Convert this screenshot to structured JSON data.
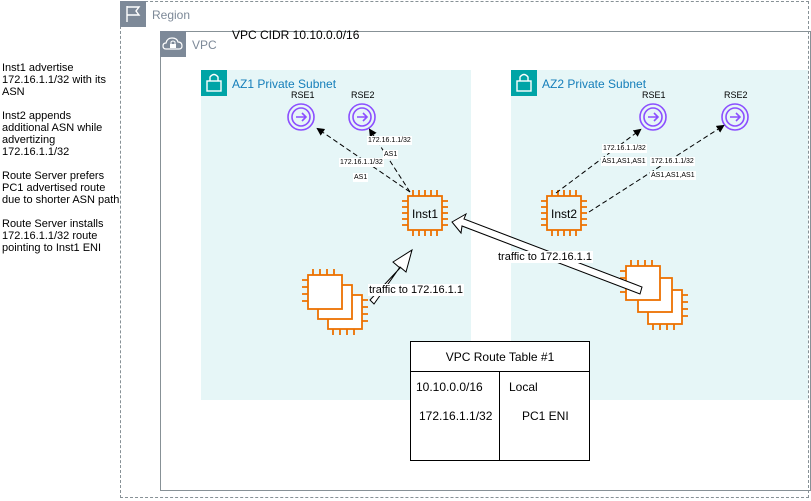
{
  "notes": [
    "Inst1 advertise 172.16.1.1/32 with its ASN",
    "Inst2 appends additional ASN while advertizing 172.16.1.1/32",
    "Route Server prefers PC1 advertised route due to shorter ASN path",
    "Route Server installs 172.16.1.1/32 route pointing to Inst1 ENI"
  ],
  "region": {
    "label": "Region",
    "icon": "flag-icon"
  },
  "vpc": {
    "label": "VPC",
    "cidr": "VPC CIDR 10.10.0.0/16",
    "icon": "cloud-lock-icon"
  },
  "az1": {
    "label": "AZ1 Private Subnet",
    "rse1": "RSE1",
    "rse2": "RSE2",
    "adv_rse1_prefix": "172.16.1.1/32",
    "adv_rse1_path": "AS1",
    "adv_rse2_prefix": "172.16.1.1/32",
    "adv_rse2_path": "AS1",
    "instance": "Inst1",
    "traffic": "traffic to 172.16.1.1"
  },
  "az2": {
    "label": "AZ2 Private Subnet",
    "rse1": "RSE1",
    "rse2": "RSE2",
    "adv_rse1_prefix": "172.16.1.1/32",
    "adv_rse1_path": "AS1,AS1,AS1",
    "adv_rse2_prefix": "172.16.1.1/32",
    "adv_rse2_path": "AS1,AS1,AS1",
    "instance": "Inst2",
    "traffic": "traffic to 172.16.1.1"
  },
  "route_table": {
    "title": "VPC Route Table #1",
    "rows": [
      {
        "destination": "10.10.0.0/16",
        "target": "Local"
      },
      {
        "destination": "172.16.1.1/32",
        "target": "PC1 ENI"
      }
    ]
  },
  "colors": {
    "subnet_bg": "#e6f6f7",
    "subnet_text": "#147eba",
    "ec2_orange": "#ed7100",
    "route_server_purple": "#8c4fff",
    "border_gray": "#879196"
  }
}
